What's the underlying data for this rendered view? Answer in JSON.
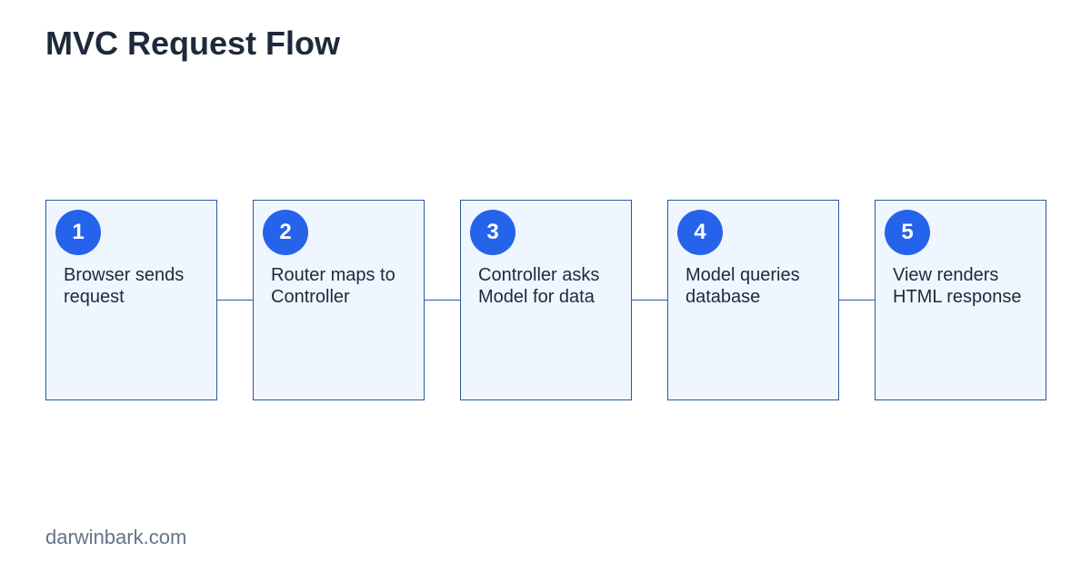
{
  "title": "MVC Request Flow",
  "steps": [
    {
      "number": "1",
      "label": "Browser sends request"
    },
    {
      "number": "2",
      "label": "Router maps to Controller"
    },
    {
      "number": "3",
      "label": "Controller asks Model for data"
    },
    {
      "number": "4",
      "label": "Model queries database"
    },
    {
      "number": "5",
      "label": "View renders HTML response"
    }
  ],
  "footer": "darwinbark.com",
  "colors": {
    "badge": "#2563eb",
    "box_fill": "#eff6ff",
    "box_border": "#2b5a9e",
    "title": "#1e293b",
    "footer": "#64748b"
  }
}
